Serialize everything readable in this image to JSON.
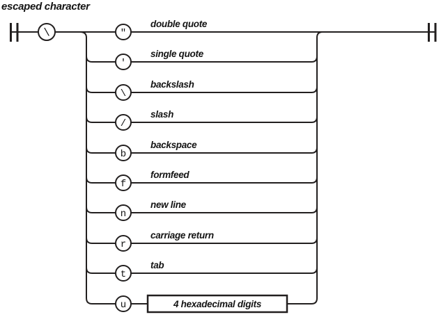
{
  "title": "escaped character",
  "diagram_type": "railroad-syntax-diagram",
  "entry_node": {
    "glyph": "\\"
  },
  "rows": [
    {
      "glyph": "\"",
      "label": "double quote",
      "node_type": "terminal"
    },
    {
      "glyph": "'",
      "label": "single quote",
      "node_type": "terminal"
    },
    {
      "glyph": "\\",
      "label": "backslash",
      "node_type": "terminal"
    },
    {
      "glyph": "/",
      "label": "slash",
      "node_type": "terminal"
    },
    {
      "glyph": "b",
      "label": "backspace",
      "node_type": "terminal"
    },
    {
      "glyph": "f",
      "label": "formfeed",
      "node_type": "terminal"
    },
    {
      "glyph": "n",
      "label": "new line",
      "node_type": "terminal"
    },
    {
      "glyph": "r",
      "label": "carriage return",
      "node_type": "terminal"
    },
    {
      "glyph": "t",
      "label": "tab",
      "node_type": "terminal"
    },
    {
      "glyph": "u",
      "label": "4 hexadecimal digits",
      "node_type": "terminal-plus-nonterminal-box"
    }
  ],
  "colors": {
    "line": "#221f1f",
    "text": "#141414",
    "background": "#ffffff"
  }
}
